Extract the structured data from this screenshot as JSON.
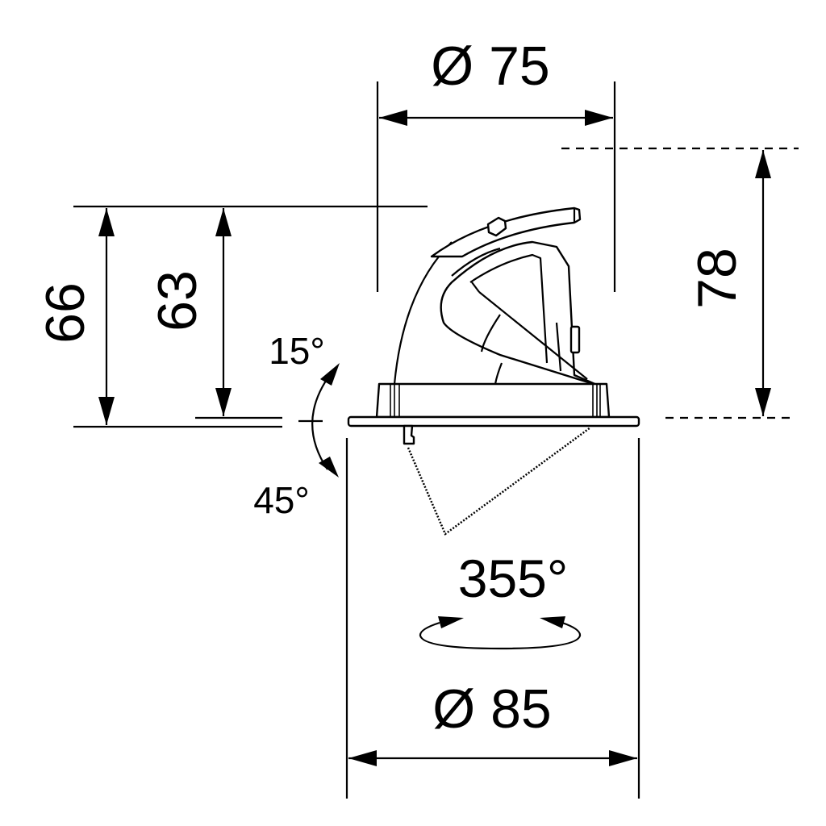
{
  "drawing": {
    "type": "technical dimension drawing",
    "subject": "adjustable recessed downlight (side view)",
    "line_color": "#000000",
    "background": "#ffffff"
  },
  "dimensions": {
    "top_diameter": {
      "label": "Ø 75",
      "value": 75,
      "unit": "mm",
      "meaning": "cutout / body diameter"
    },
    "bottom_diameter": {
      "label": "Ø 85",
      "value": 85,
      "unit": "mm",
      "meaning": "trim flange diameter"
    },
    "height_total": {
      "label": "78",
      "value": 78,
      "unit": "mm"
    },
    "height_outer": {
      "label": "66",
      "value": 66,
      "unit": "mm"
    },
    "height_inner": {
      "label": "63",
      "value": 63,
      "unit": "mm"
    }
  },
  "angles": {
    "tilt_up": {
      "label": "15°",
      "value": 15
    },
    "tilt_down": {
      "label": "45°",
      "value": 45
    },
    "rotation": {
      "label": "355°",
      "value": 355
    }
  }
}
